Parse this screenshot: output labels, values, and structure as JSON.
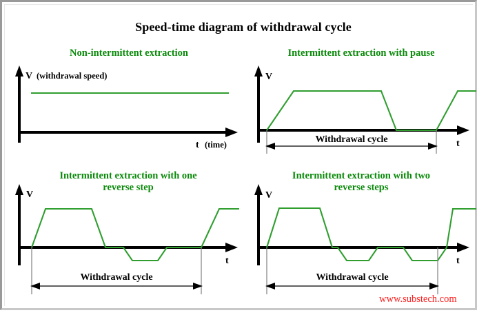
{
  "title": "Speed-time diagram of withdrawal cycle",
  "watermark": "www.substech.com",
  "colors": {
    "curve": "#2f9e2f",
    "panel_title": "#0a8a0a",
    "axis": "#000000",
    "watermark": "#ff2020",
    "background": "#ffffff",
    "frame": "#9a9a9a"
  },
  "panels": [
    {
      "id": "non-intermittent",
      "title": "Non-intermittent extraction",
      "y_axis_label": "V",
      "y_axis_unit": "(withdrawal speed)",
      "x_axis_label": "t",
      "x_axis_unit": "(time)",
      "dimension_label": "",
      "has_dimension": false
    },
    {
      "id": "intermittent-with-pause",
      "title": "Intermittent extraction with pause",
      "y_axis_label": "V",
      "y_axis_unit": "",
      "x_axis_label": "t",
      "x_axis_unit": "",
      "dimension_label": "Withdrawal cycle",
      "has_dimension": true
    },
    {
      "id": "intermittent-one-reverse-step",
      "title": "Intermittent extraction with one reverse step",
      "title_line1": "Intermittent extraction with one",
      "title_line2": "reverse step",
      "y_axis_label": "V",
      "y_axis_unit": "",
      "x_axis_label": "t",
      "x_axis_unit": "",
      "dimension_label": "Withdrawal cycle",
      "has_dimension": true
    },
    {
      "id": "intermittent-two-reverse-steps",
      "title": "Intermittent extraction with two reverse steps",
      "title_line1": "Intermittent extraction with two",
      "title_line2": "reverse steps",
      "y_axis_label": "V",
      "y_axis_unit": "",
      "x_axis_label": "t",
      "x_axis_unit": "",
      "dimension_label": "Withdrawal cycle",
      "has_dimension": true
    }
  ],
  "chart_data": [
    {
      "type": "line",
      "title": "Non-intermittent extraction",
      "xlabel": "t (time)",
      "ylabel": "V (withdrawal speed)",
      "grid": false,
      "legend": "none",
      "description": "Constant withdrawal speed, no interruption",
      "points": [
        [
          0,
          1
        ],
        [
          1,
          1
        ]
      ],
      "ylim": [
        0,
        1.25
      ],
      "xlim": [
        0,
        1
      ],
      "pixel_polyline": "38,128 325,128"
    },
    {
      "type": "line",
      "title": "Intermittent extraction with pause",
      "xlabel": "t",
      "ylabel": "V",
      "grid": false,
      "legend": "none",
      "description": "Ramp up to full speed, hold, ramp down to zero, pause at zero, then ramp up again",
      "points": [
        [
          0,
          0
        ],
        [
          0.14,
          1
        ],
        [
          0.6,
          1
        ],
        [
          0.7,
          0
        ],
        [
          0.89,
          0
        ],
        [
          1.0,
          1
        ],
        [
          1.1,
          1
        ]
      ],
      "ylim": [
        0,
        1.25
      ],
      "xlim": [
        0,
        1.1
      ],
      "pixel_polyline": "380,182 419,125 546,125 568,182 626,182 657,125 684,125"
    },
    {
      "type": "line",
      "title": "Intermittent extraction with one reverse step",
      "xlabel": "t",
      "ylabel": "V",
      "grid": false,
      "legend": "none",
      "description": "Ramp up, hold, ramp down through zero into one negative (reverse) step, return to zero, pause, then ramp up again",
      "points": [
        [
          0,
          0
        ],
        [
          0.07,
          1
        ],
        [
          0.32,
          1
        ],
        [
          0.39,
          0
        ],
        [
          0.48,
          0
        ],
        [
          0.53,
          -0.35
        ],
        [
          0.67,
          -0.35
        ],
        [
          0.72,
          0
        ],
        [
          0.9,
          0
        ],
        [
          1.0,
          1
        ],
        [
          1.1,
          1
        ]
      ],
      "ylim": [
        -0.5,
        1.25
      ],
      "xlim": [
        0,
        1.1
      ],
      "pixel_polyline": "39,352 59,296 126,296 146,352 172,352 185,371 222,371 235,352 285,352 311,296 340,296"
    },
    {
      "type": "line",
      "title": "Intermittent extraction with two reverse steps",
      "xlabel": "t",
      "ylabel": "V",
      "grid": false,
      "legend": "none",
      "description": "Ramp up, hold, ramp down through zero into two successive negative (reverse) steps, then ramp up again",
      "points": [
        [
          0,
          0
        ],
        [
          0.07,
          1
        ],
        [
          0.3,
          1
        ],
        [
          0.38,
          0
        ],
        [
          0.42,
          0
        ],
        [
          0.47,
          -0.35
        ],
        [
          0.6,
          -0.35
        ],
        [
          0.65,
          0
        ],
        [
          0.8,
          0
        ],
        [
          0.84,
          -0.35
        ],
        [
          0.96,
          -0.35
        ],
        [
          1.0,
          0
        ],
        [
          1.05,
          0
        ],
        [
          1.14,
          1
        ],
        [
          1.2,
          1
        ]
      ],
      "ylim": [
        -0.5,
        1.25
      ],
      "xlim": [
        0,
        1.2
      ],
      "pixel_polyline": "380,352 398,295 457,295 475,352 483,352 496,371 528,371 541,352 578,352 591,371 628,371 641,352 650,296 684,296"
    }
  ]
}
